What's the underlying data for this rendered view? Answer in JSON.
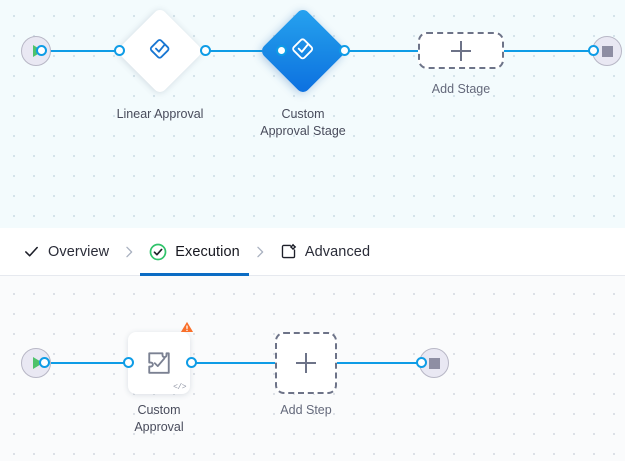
{
  "app": {
    "accent_blue": "#0e9ce6",
    "tab_active_underline": "#0b6cc4",
    "selected_stage_blue": "#1a8ce6",
    "warning_orange": "#f96f2a",
    "success_green": "#2fc36a",
    "start_green": "#4fc26b",
    "terminal_fill": "#e9e8f3",
    "stop_grey": "#8e8ea3"
  },
  "stages_canvas": {
    "name": "stages-canvas",
    "start_node": {
      "icon": "play-icon",
      "label": "Start"
    },
    "end_node": {
      "icon": "stop-icon",
      "label": "End"
    },
    "stages": [
      {
        "label": "Linear Approval",
        "icon": "approval-diamond-icon",
        "selected": false
      },
      {
        "label": "Custom\nApproval Stage",
        "icon": "approval-diamond-icon",
        "selected": true
      }
    ],
    "add_stage": {
      "label": "Add Stage",
      "icon": "plus-icon"
    }
  },
  "tabs": {
    "name": "stage-config-tabs",
    "items": [
      {
        "label": "Overview",
        "icon": "check-icon",
        "active": false
      },
      {
        "label": "Execution",
        "icon": "check-circle-icon",
        "active": true
      },
      {
        "label": "Advanced",
        "icon": "settings-panel-icon",
        "active": false
      }
    ],
    "separator_icon": "chevron-right-icon"
  },
  "steps_canvas": {
    "name": "execution-steps-canvas",
    "start_node": {
      "icon": "play-icon",
      "label": "Start"
    },
    "end_node": {
      "icon": "stop-icon",
      "label": "End"
    },
    "steps": [
      {
        "label": "Custom\nApproval",
        "icon": "puzzle-check-icon",
        "status_icon": "warning-icon",
        "code_badge": "</>"
      }
    ],
    "add_step": {
      "label": "Add Step",
      "icon": "plus-icon"
    }
  }
}
